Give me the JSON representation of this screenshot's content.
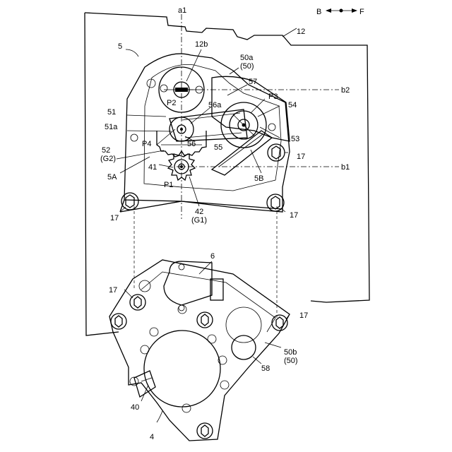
{
  "direction": {
    "back": "B",
    "front": "F"
  },
  "axes": {
    "a1": "a1",
    "b1": "b1",
    "b2": "b2"
  },
  "labels": {
    "l12": "12",
    "l12b": "12b",
    "l5": "5",
    "l50a": "50a",
    "l50a_ref": "(50)",
    "l57": "57",
    "lP2": "P2",
    "lP3": "P3",
    "l56a": "56a",
    "l54": "54",
    "l51": "51",
    "l51a": "51a",
    "l53": "53",
    "lP4": "P4",
    "l56": "56",
    "l55": "55",
    "l52": "52",
    "l52_ref": "(G2)",
    "l41": "41",
    "l5A": "5A",
    "l5B": "5B",
    "lP1": "P1",
    "l17a": "17",
    "l17b": "17",
    "l17c": "17",
    "l42": "42",
    "l42_ref": "(G1)",
    "l6": "6",
    "l17d": "17",
    "l17e": "17",
    "l50b": "50b",
    "l50b_ref": "(50)",
    "l58": "58",
    "l40": "40",
    "l4": "4"
  }
}
